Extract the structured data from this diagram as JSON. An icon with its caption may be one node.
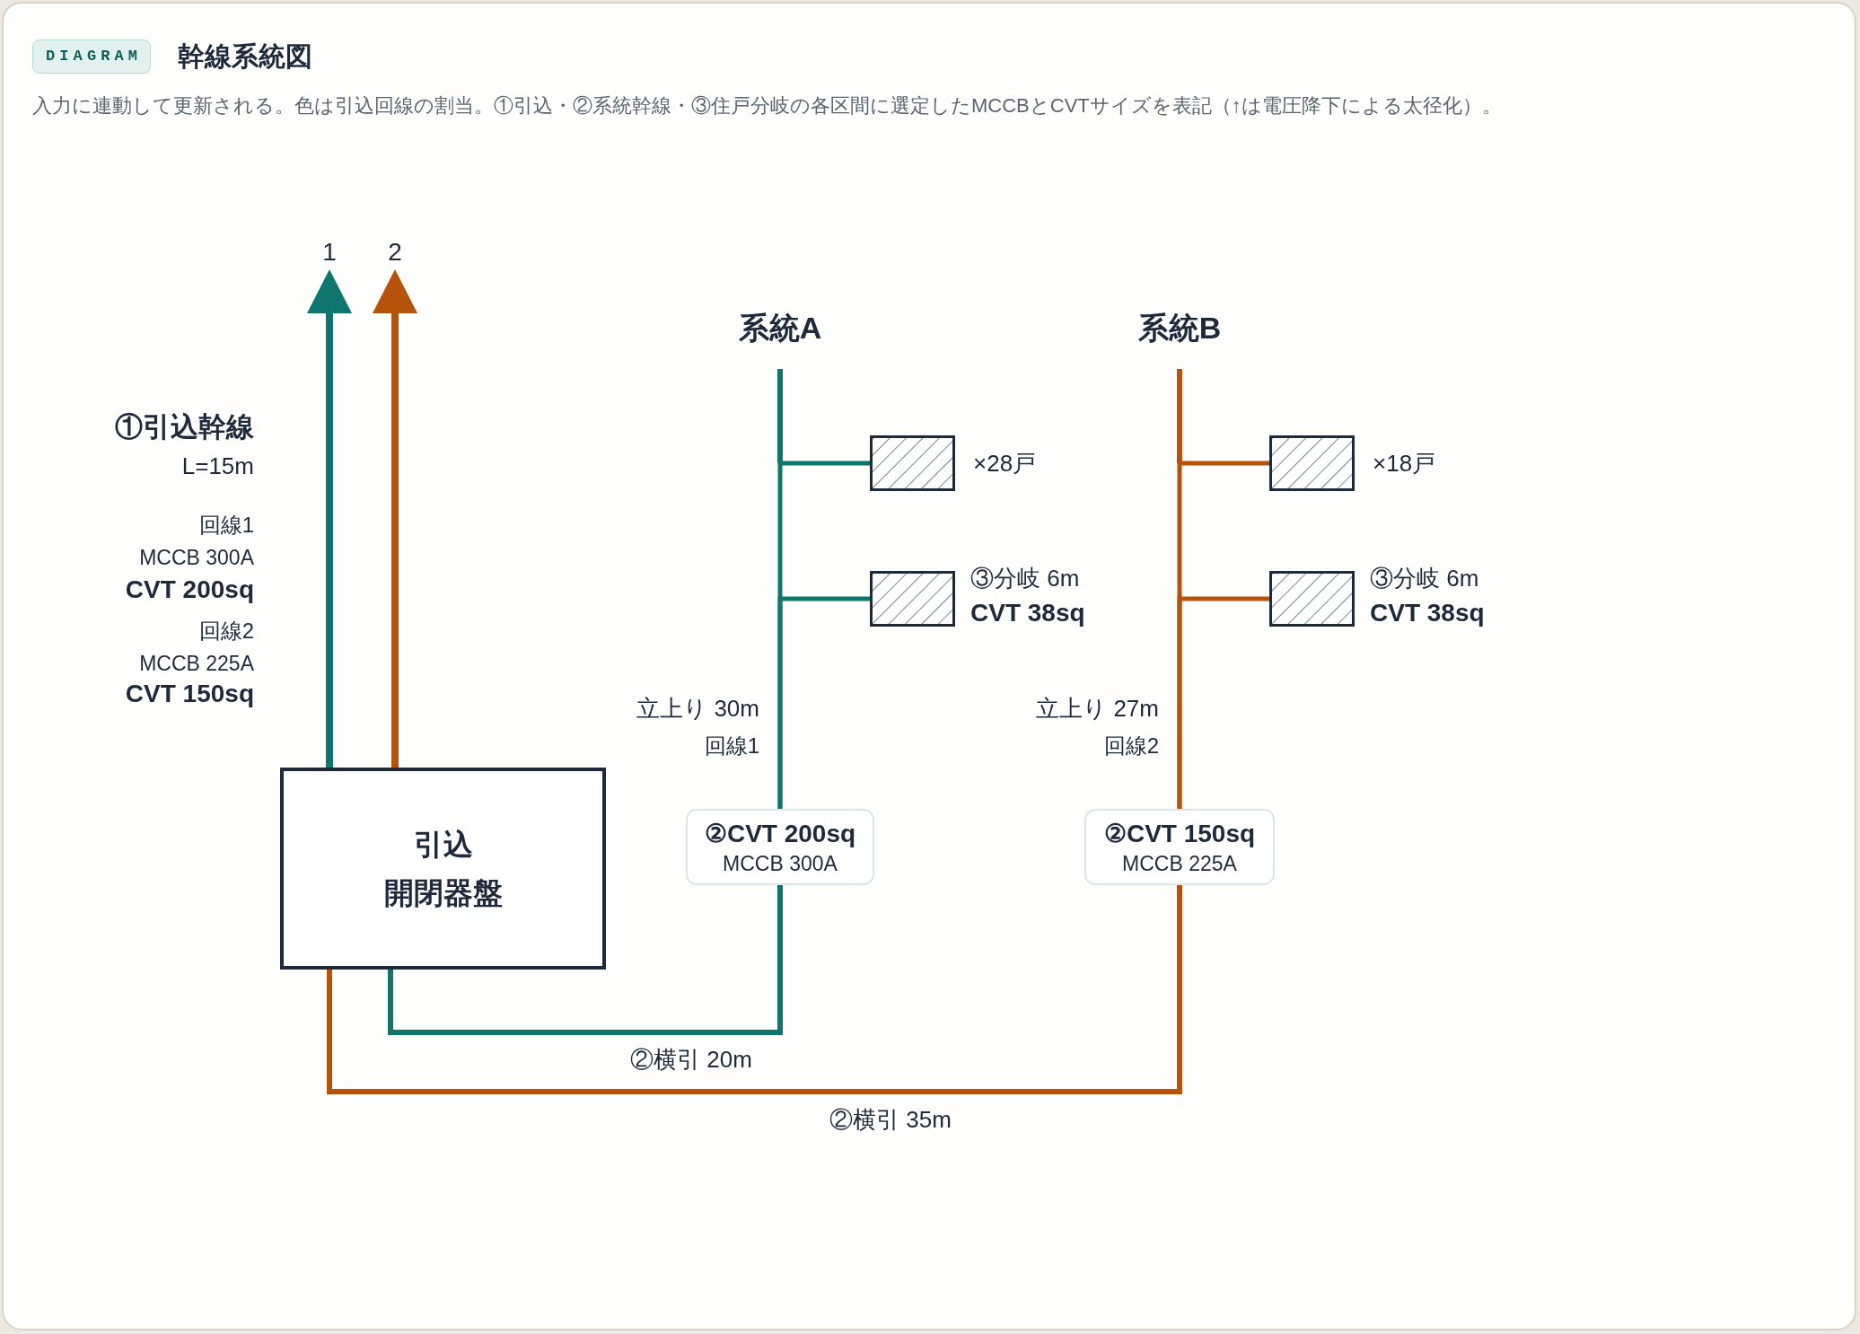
{
  "diagram": {
    "title": "幹線系統図",
    "caption": "入力に連動して更新される。色は引込回線の割当。①引込・②系統幹線・③住戸分岐の各区間に選定したMCCBとCVTサイズを表記（↑は電圧降下による太径化）。",
    "nodes": [
      {
        "text": [
          "1"
        ]
      },
      {
        "text": [
          "2"
        ]
      },
      {
        "text": [],
        "shape": "box",
        "beside": [
          "×28戸"
        ]
      },
      {
        "text": [],
        "shape": "box",
        "beside": [
          "③分岐 6m",
          "CVT 38sq"
        ]
      },
      {
        "text": [],
        "shape": "box",
        "beside": [
          "×18戸"
        ]
      },
      {
        "text": [],
        "shape": "box",
        "beside": [
          "③分岐 6m",
          "CVT 38sq"
        ]
      },
      {
        "text": [
          "引込",
          "開閉器盤"
        ]
      },
      {
        "text": [
          "②CVT 200sq",
          "MCCB 300A"
        ]
      },
      {
        "text": [
          "②CVT 150sq",
          "MCCB 225A"
        ]
      }
    ],
    "edges": [
      {
        "from": 6,
        "to": 0,
        "arrow": "to",
        "color": "#0f766e"
      },
      {
        "from": 6,
        "to": 1,
        "arrow": "to",
        "color": "#b45309"
      },
      {
        "from": 6,
        "to": 7,
        "arrow": "none",
        "label": "②横引 20m",
        "color": "#0f766e"
      },
      {
        "from": 7,
        "to": 2,
        "arrow": "none",
        "color": "#0f766e"
      },
      {
        "from": 7,
        "to": 3,
        "arrow": "none",
        "color": "#0f766e"
      },
      {
        "from": 6,
        "to": 8,
        "arrow": "none",
        "label": "②横引 35m",
        "color": "#b45309"
      },
      {
        "from": 8,
        "to": 4,
        "arrow": "none",
        "color": "#b45309"
      },
      {
        "from": 8,
        "to": 5,
        "arrow": "none",
        "color": "#b45309"
      }
    ],
    "labels": [
      "DIAGRAM",
      "系統A",
      "系統B",
      "①引込幹線",
      "L=15m",
      "回線1",
      "MCCB 300A",
      "CVT 200sq",
      "回線2",
      "MCCB 225A",
      "CVT 150sq",
      "立上り 30m",
      "回線1",
      "立上り 27m",
      "回線2"
    ]
  }
}
